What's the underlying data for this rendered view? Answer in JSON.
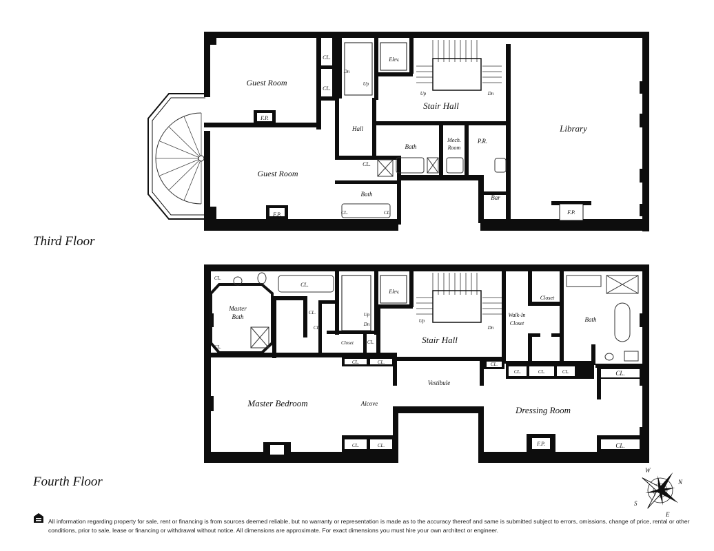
{
  "floors": {
    "third": {
      "label": "Third Floor",
      "rooms": {
        "guest_room_1": "Guest Room",
        "guest_room_2": "Guest Room",
        "fp_1": "F.P.",
        "fp_2": "F.P.",
        "fp_library": "F.P.",
        "cl_1": "CL.",
        "cl_2": "CL.",
        "cl_3": "CL.",
        "cl_4": "CL.",
        "cl_5": "CL.",
        "dn_1": "Dn",
        "up_1": "Up",
        "up_2": "Up",
        "dn_2": "Dn",
        "elev": "Elev.",
        "stair_hall": "Stair Hall",
        "hall": "Hall",
        "bath_1": "Bath",
        "bath_2": "Bath",
        "mech_room_1": "Mech.",
        "mech_room_2": "Room",
        "pr": "P.R.",
        "bar": "Bar",
        "library": "Library"
      }
    },
    "fourth": {
      "label": "Fourth Floor",
      "rooms": {
        "cl_a": "CL.",
        "cl_b": "CL.",
        "cl_c": "CL.",
        "cl_d": "CL.",
        "cl_e": "CL.",
        "cl_f": "CL.",
        "cl_g": "CL.",
        "cl_h": "CL.",
        "cl_i": "CL.",
        "cl_j": "CL.",
        "cl_k": "CL.",
        "cl_l": "CL.",
        "cl_m": "CL.",
        "cl_n": "CL.",
        "cl_o": "CL.",
        "cl_p": "CL.",
        "master_bath_1": "Master",
        "master_bath_2": "Bath",
        "closet_1": "Closet",
        "closet_2": "Closet",
        "elev": "Elev.",
        "up_1": "Up",
        "dn_1": "Dn",
        "up_2": "Up",
        "dn_2": "Dn",
        "stair_hall": "Stair Hall",
        "walk_in_1": "Walk-In",
        "walk_in_2": "Closet",
        "bath": "Bath",
        "master_bedroom": "Master Bedroom",
        "alcove": "Alcove",
        "vestibule": "Vestibule",
        "dressing_room": "Dressing Room",
        "fp_dressing": "F.P."
      }
    }
  },
  "compass": {
    "w": "W",
    "n": "N",
    "s": "S",
    "e": "E"
  },
  "disclaimer": "All information regarding property for sale, rent or financing is from sources deemed reliable, but no warranty or representation is made as to the accuracy thereof and same is submitted subject to errors, omissions, change of price, rental or other conditions, prior to sale, lease or financing or withdrawal without notice. All dimensions are approximate. For exact dimensions you must hire your own architect or engineer."
}
